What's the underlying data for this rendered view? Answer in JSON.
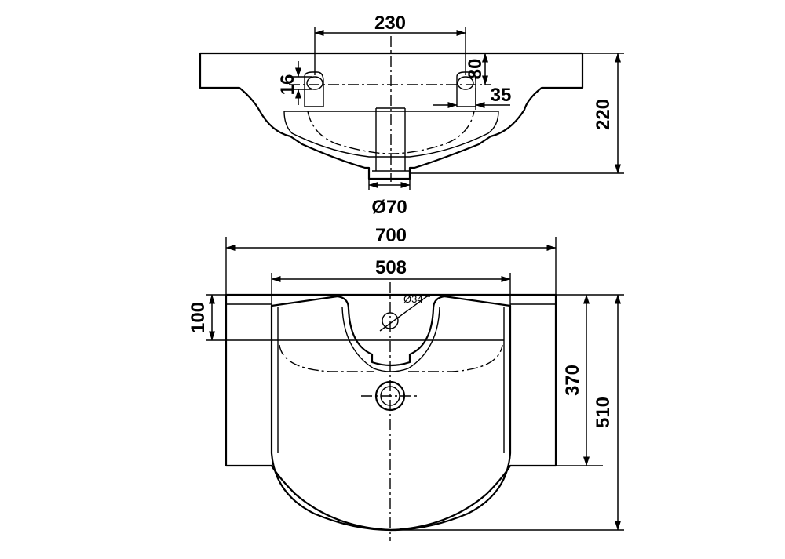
{
  "diagram": {
    "top_view_labels": {
      "hole_spacing": "230",
      "slot_height": "16",
      "slot_offset": "80",
      "slot_width": "35",
      "height": "220",
      "drain_diameter": "Ø70"
    },
    "plan_view_labels": {
      "overall_width": "700",
      "bowl_width": "508",
      "tap_hole": "Ø34",
      "rim_depth": "100",
      "bowl_depth": "370",
      "overall_depth": "510"
    }
  }
}
